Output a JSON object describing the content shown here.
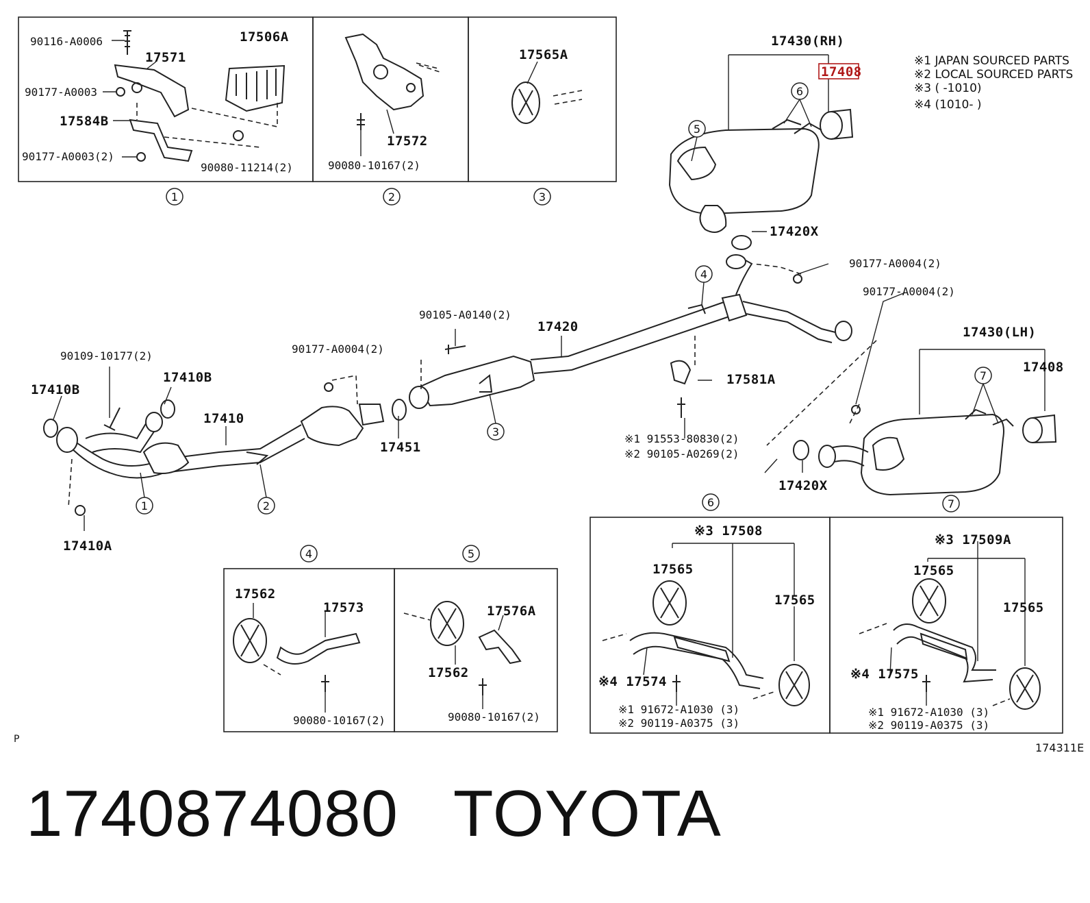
{
  "accent_highlight_color": "#b01818",
  "legend": [
    "※1 JAPAN SOURCED PARTS",
    "※2 LOCAL SOURCED PARTS",
    "※3 (      -1010)",
    "※4 (1010-      )"
  ],
  "box1": {
    "number": "1",
    "labels": [
      "90116-A0006",
      "17571",
      "17506A",
      "90177-A0003",
      "17584B",
      "90177-A0003(2)",
      "90080-11214(2)"
    ]
  },
  "box2": {
    "number": "2",
    "labels": [
      "17572",
      "90080-10167(2)"
    ]
  },
  "box3": {
    "number": "3",
    "labels": [
      "17565A"
    ]
  },
  "rh_muffler": {
    "assembly": "17430(RH)",
    "tip": "17408",
    "gasket": "17420X",
    "callout_hanger": "6",
    "callout_mount": "5"
  },
  "main": {
    "labels": [
      "90177-A0004(2)",
      "90177-A0004(2)",
      "90105-A0140(2)",
      "17420",
      "90177-A0004(2)",
      "90109-10177(2)",
      "17410B",
      "17410B",
      "17410",
      "17451",
      "17581A",
      "※1  91553-80830(2)",
      "※2  90105-A0269(2)",
      "17410A",
      "17430(LH)",
      "17408",
      "17420X"
    ],
    "callouts": [
      "4",
      "3",
      "1",
      "2",
      "7"
    ]
  },
  "box4": {
    "number": "4",
    "labels": [
      "17562",
      "17573",
      "90080-10167(2)"
    ]
  },
  "box5": {
    "number": "5",
    "labels": [
      "17576A",
      "17562",
      "90080-10167(2)"
    ]
  },
  "box6": {
    "number": "6",
    "labels": [
      "※3 17508",
      "17565",
      "17565",
      "※4 17574",
      "※1 91672-A1030 (3)",
      "※2 90119-A0375 (3)"
    ]
  },
  "box7": {
    "number": "7",
    "labels": [
      "※3 17509A",
      "17565",
      "17565",
      "※4 17575",
      "※1 91672-A1030 (3)",
      "※2 90119-A0375 (3)"
    ]
  },
  "corner_marker": "P",
  "figure_code": "174311E",
  "caption": {
    "part_number": "1740874080",
    "brand": "TOYOTA"
  }
}
